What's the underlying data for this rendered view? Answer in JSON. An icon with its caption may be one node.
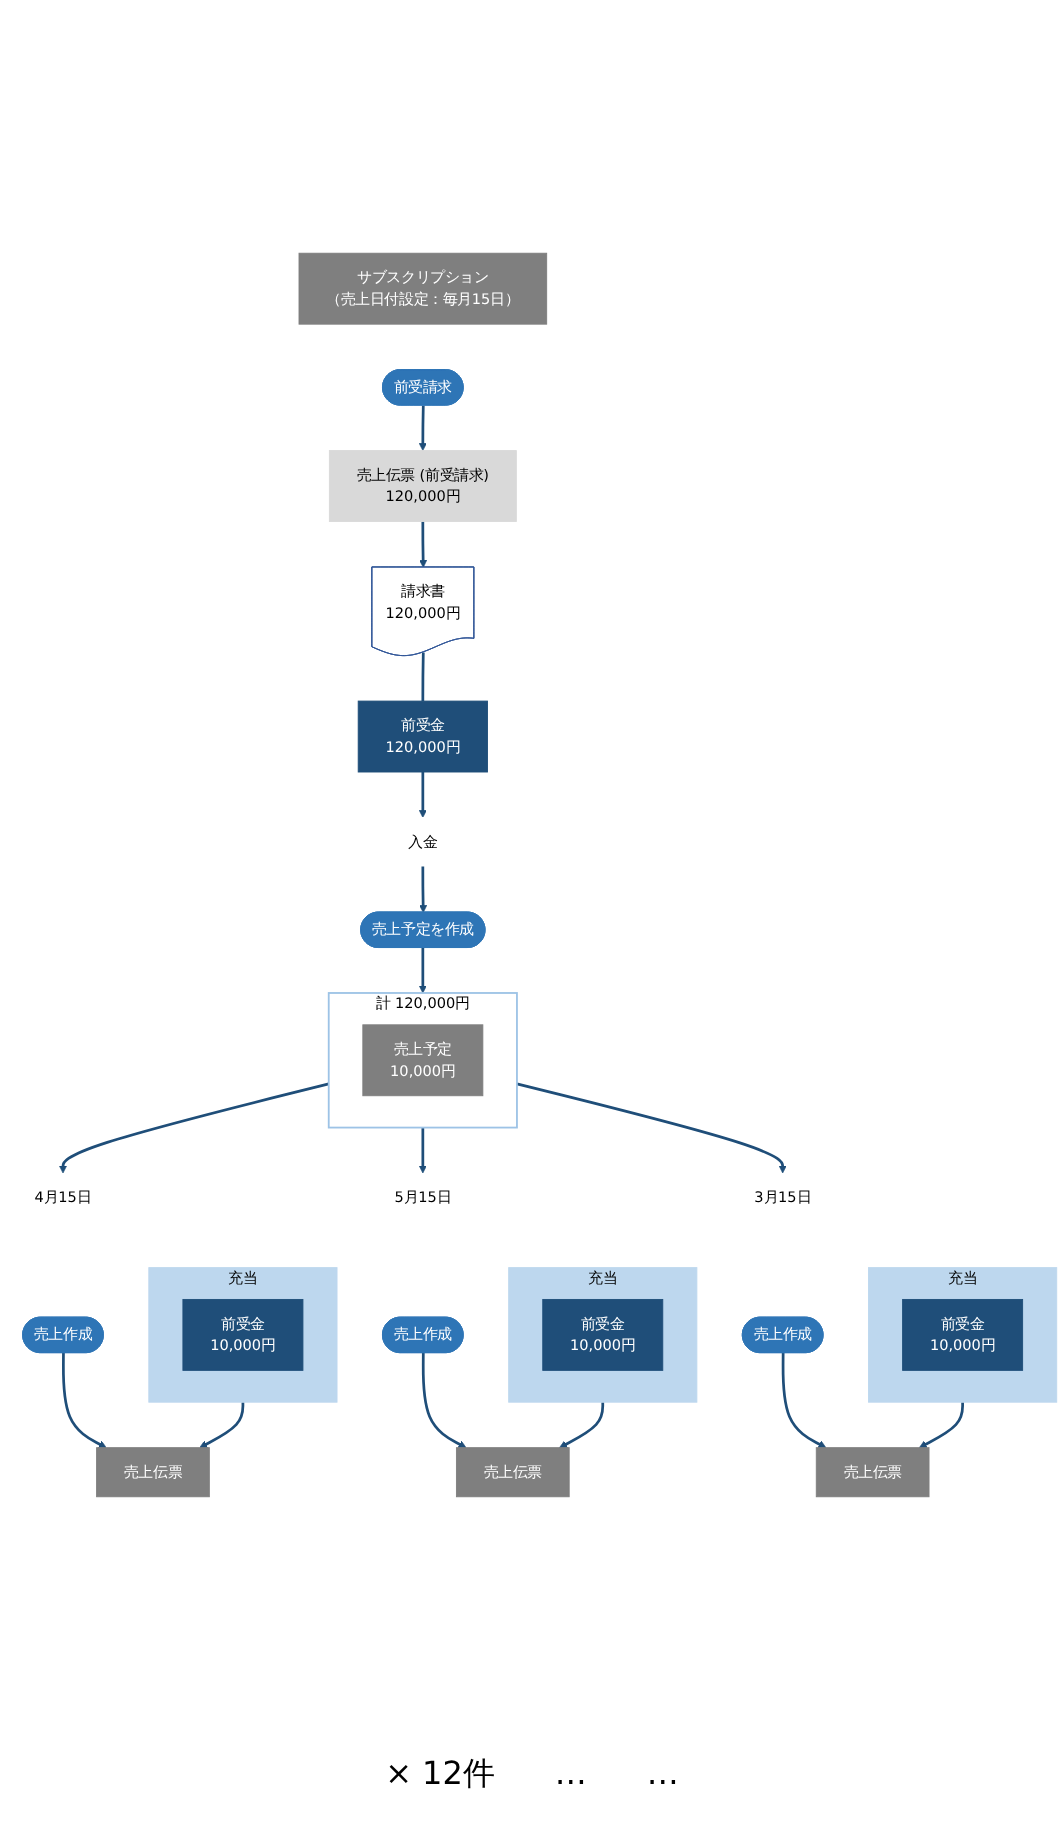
{
  "diagram": {
    "nodes": [
      {
        "text": [
          "サブスクリプション",
          "（売上日付設定：毎月15日）"
        ]
      },
      {
        "text": [
          "前受請求"
        ]
      },
      {
        "text": [
          "売上伝票 (前受請求)",
          "120,000円"
        ]
      },
      {
        "text": [
          "請求書",
          "120,000円"
        ]
      },
      {
        "text": [
          "前受金",
          "120,000円"
        ]
      },
      {
        "text": [
          "入金"
        ]
      },
      {
        "text": [
          "売上予定を作成"
        ]
      },
      {
        "text": [
          "計 120,000円"
        ]
      },
      {
        "text": [
          "売上予定",
          "10,000円"
        ],
        "in": 7
      },
      {
        "text": [
          "4月15日"
        ]
      },
      {
        "text": [
          "5月15日"
        ]
      },
      {
        "text": [
          "3月15日"
        ]
      },
      {
        "text": [
          "売上作成"
        ]
      },
      {
        "text": [
          "売上作成"
        ]
      },
      {
        "text": [
          "売上作成"
        ]
      },
      {
        "text": [
          "売上伝票"
        ]
      },
      {
        "text": [
          "充当"
        ]
      },
      {
        "text": [
          "前受金",
          "10,000円"
        ],
        "in": 16
      },
      {
        "text": [
          "売上伝票"
        ]
      },
      {
        "text": [
          "充当"
        ]
      },
      {
        "text": [
          "前受金",
          "10,000円"
        ],
        "in": 19
      },
      {
        "text": [
          "売上伝票"
        ]
      },
      {
        "text": [
          "充当"
        ]
      },
      {
        "text": [
          "前受金",
          "10,000円"
        ],
        "in": 22
      }
    ],
    "edges": [
      {
        "from": 1,
        "to": 2,
        "arrow": "to"
      },
      {
        "from": 2,
        "to": 3,
        "arrow": "to"
      },
      {
        "from": 3,
        "to": 4,
        "arrow": "none"
      },
      {
        "from": 4,
        "to": 5,
        "arrow": "to"
      },
      {
        "from": 5,
        "to": 6,
        "arrow": "to"
      },
      {
        "from": 6,
        "to": 7,
        "arrow": "to"
      },
      {
        "from": 7,
        "to": 9,
        "arrow": "to"
      },
      {
        "from": 7,
        "to": 10,
        "arrow": "to"
      },
      {
        "from": 7,
        "to": 11,
        "arrow": "to"
      },
      {
        "from": 12,
        "to": 15,
        "arrow": "to"
      },
      {
        "from": 13,
        "to": 18,
        "arrow": "to"
      },
      {
        "from": 14,
        "to": 21,
        "arrow": "to"
      },
      {
        "from": 16,
        "to": 15,
        "arrow": "to"
      },
      {
        "from": 19,
        "to": 18,
        "arrow": "to"
      },
      {
        "from": 22,
        "to": 21,
        "arrow": "to"
      }
    ],
    "labels": [
      "× 12件",
      "…",
      "…"
    ]
  }
}
